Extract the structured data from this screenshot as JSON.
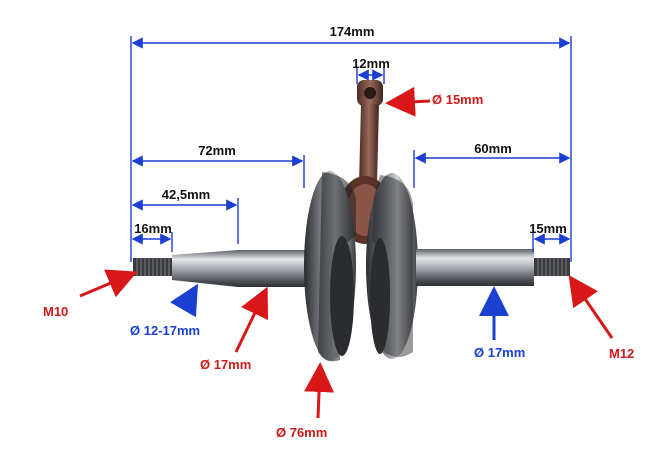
{
  "dimensions": {
    "overall_length": "174mm",
    "pin_width": "12mm",
    "left_to_web": "72mm",
    "right_to_web": "60mm",
    "taper_length": "42,5mm",
    "left_thread_length": "16mm",
    "right_thread_length": "15mm"
  },
  "callouts": {
    "pin_diameter": "Ø 15mm",
    "left_thread": "M10",
    "taper_diameter": "Ø 12-17mm",
    "left_shaft_diameter": "Ø 17mm",
    "web_diameter": "Ø 76mm",
    "right_shaft_diameter": "Ø 17mm",
    "right_thread": "M12"
  },
  "colors": {
    "dimension_blue": "#1a3fd1",
    "callout_red": "#d81818",
    "label_blue": "#1a3fd1",
    "label_red": "#cc1a1a",
    "steel_dark": "#3b3d42",
    "steel_light": "#d7d9dc",
    "rod_copper": "#7a4a3c"
  }
}
